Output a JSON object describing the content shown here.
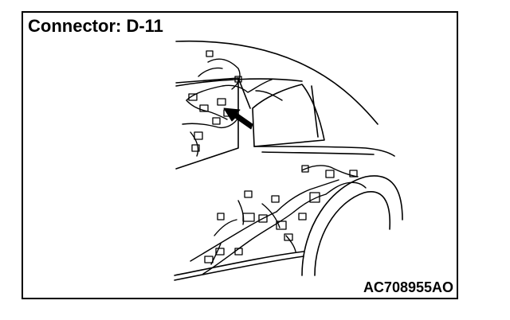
{
  "diagram": {
    "title": "Connector: D-11",
    "figure_code": "AC708955AO",
    "pointer": "arrow pointing to connector D-11",
    "colors": {
      "ink": "#000000",
      "background": "#ffffff"
    }
  }
}
